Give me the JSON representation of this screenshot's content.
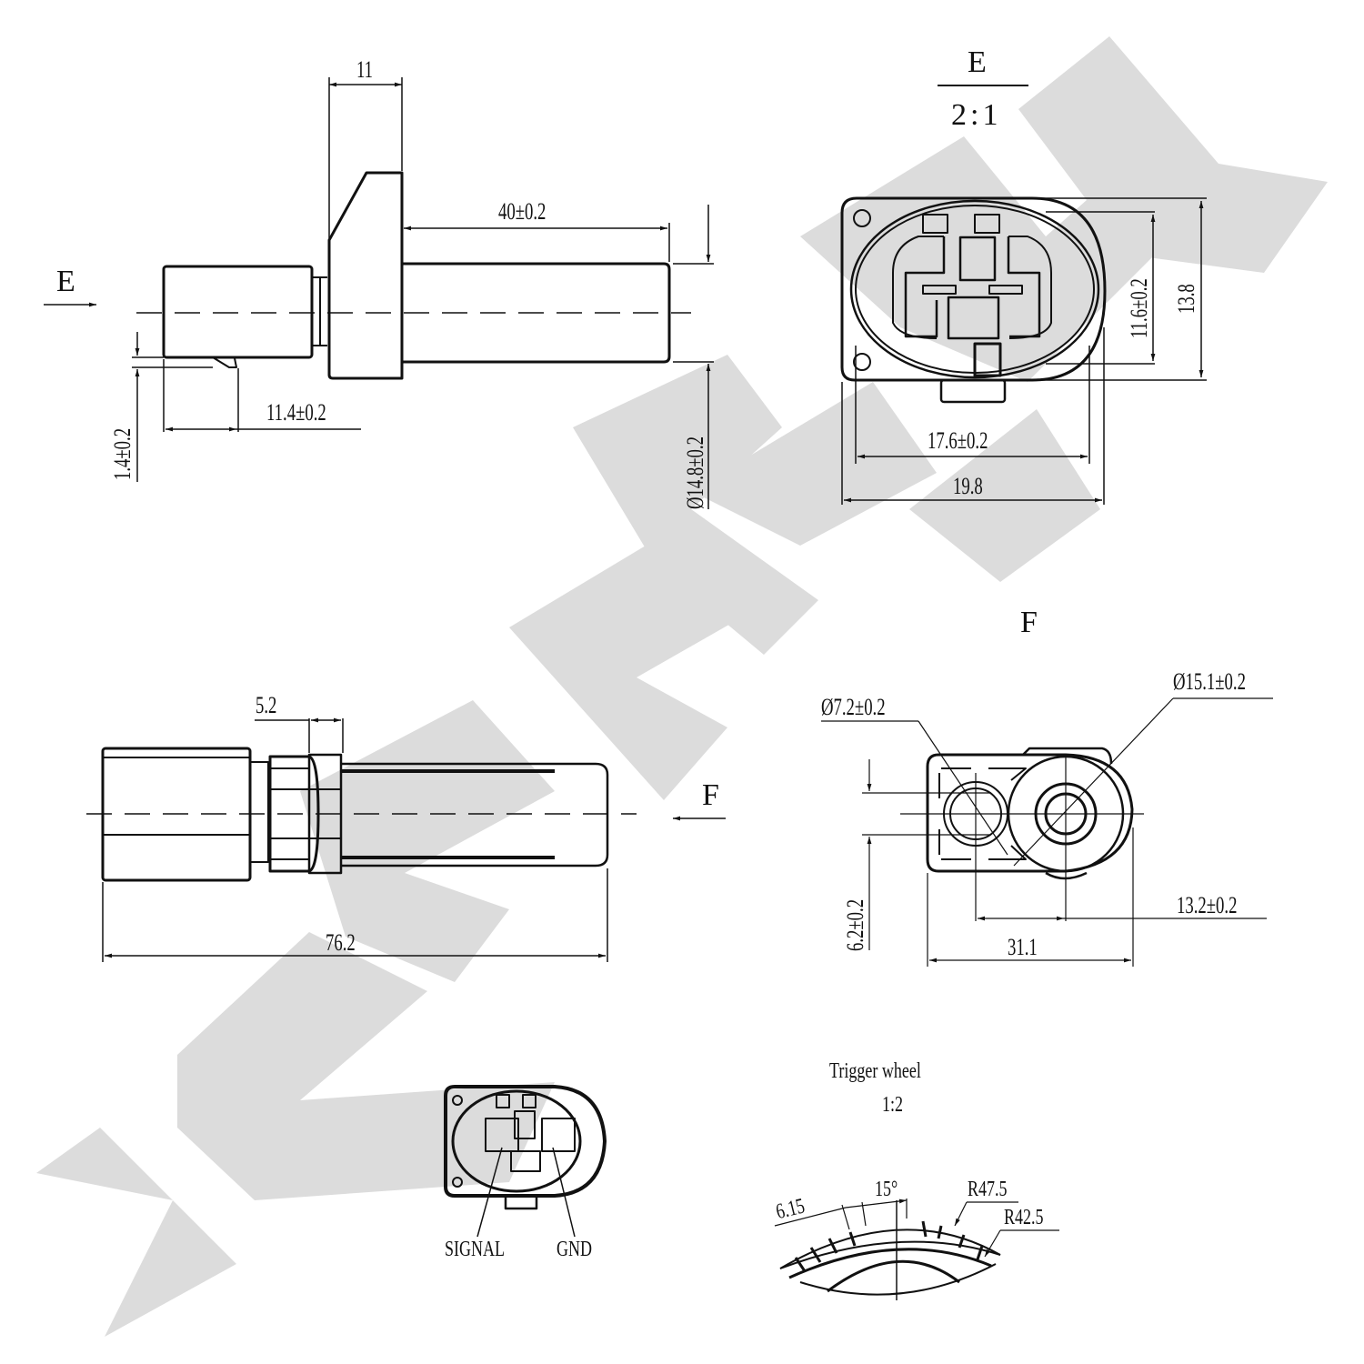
{
  "watermark": {
    "text": "ZENNK",
    "color": "#d9d9d9"
  },
  "views": {
    "side_view_e": {
      "view_arrow_label": "E",
      "dims": {
        "flange_width": "11",
        "probe_length": "40±0.2",
        "connector_length": "11.4±0.2",
        "latch_height": "1.4±0.2",
        "probe_diameter": "Ø14.8±0.2"
      }
    },
    "view_e_detail": {
      "title": "E",
      "scale": "2:1",
      "dims": {
        "inner_height": "11.6±0.2",
        "outer_height": "13.8",
        "inner_width": "17.6±0.2",
        "outer_width": "19.8"
      }
    },
    "side_view_f": {
      "view_arrow_label": "F",
      "dims": {
        "nut_width": "5.2",
        "overall_length": "76.2"
      }
    },
    "view_f_detail": {
      "title": "F",
      "dims": {
        "bolt_hole_diameter": "Ø7.2±0.2",
        "body_diameter": "Ø15.1±0.2",
        "slot_height": "6.2±0.2",
        "center_distance": "13.2±0.2",
        "flange_length": "31.1"
      }
    },
    "pinout": {
      "pins": [
        {
          "label": "SIGNAL"
        },
        {
          "label": "GND"
        }
      ]
    },
    "trigger_wheel": {
      "title": "Trigger wheel",
      "scale": "1:2",
      "dims": {
        "tooth_width": "6.15",
        "tooth_angle": "15°",
        "outer_radius": "R47.5",
        "inner_radius": "R42.5"
      }
    }
  }
}
